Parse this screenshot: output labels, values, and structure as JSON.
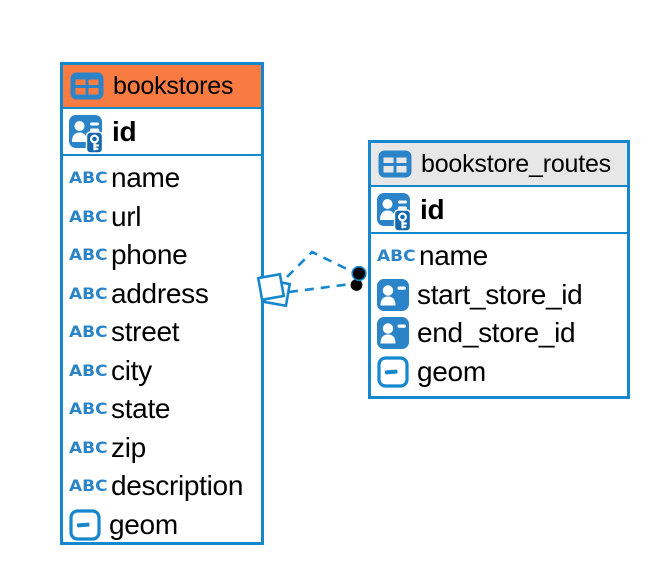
{
  "diagram": {
    "colors": {
      "accent_blue": "#1787cd",
      "icon_blue": "#2c84c8",
      "orange_header": "#f87b41",
      "gray_header": "#e7e7e7",
      "endpoint_dot_black": "#000000",
      "table_body_white": "#ffffff"
    },
    "icons": {
      "text_icon_glyph": "ABC"
    },
    "tables": [
      {
        "name": "bookstores",
        "header_color": "#f87b41",
        "columns": [
          {
            "name": "id",
            "icon": "primary-key-icon",
            "key": true
          },
          {
            "name": "name",
            "icon": "text-icon"
          },
          {
            "name": "url",
            "icon": "text-icon"
          },
          {
            "name": "phone",
            "icon": "text-icon"
          },
          {
            "name": "address",
            "icon": "text-icon"
          },
          {
            "name": "street",
            "icon": "text-icon"
          },
          {
            "name": "city",
            "icon": "text-icon"
          },
          {
            "name": "state",
            "icon": "text-icon"
          },
          {
            "name": "zip",
            "icon": "text-icon"
          },
          {
            "name": "description",
            "icon": "text-icon"
          },
          {
            "name": "geom",
            "icon": "geometry-icon"
          }
        ]
      },
      {
        "name": "bookstore_routes",
        "header_color": "#e7e7e7",
        "columns": [
          {
            "name": "id",
            "icon": "primary-key-icon",
            "key": true
          },
          {
            "name": "name",
            "icon": "text-icon"
          },
          {
            "name": "start_store_id",
            "icon": "foreign-key-icon"
          },
          {
            "name": "end_store_id",
            "icon": "foreign-key-icon"
          },
          {
            "name": "geom",
            "icon": "geometry-icon"
          }
        ]
      }
    ],
    "relationships": [
      {
        "from": "bookstore_routes",
        "to": "bookstores",
        "style": "dashed"
      },
      {
        "from": "bookstore_routes",
        "to": "bookstores",
        "style": "dashed"
      }
    ]
  }
}
